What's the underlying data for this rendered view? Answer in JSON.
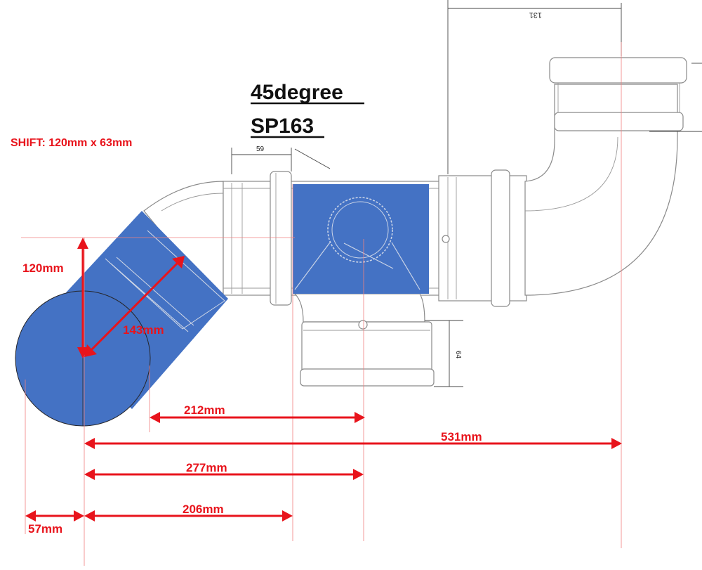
{
  "title": {
    "line1": "45degree",
    "line2": "SP163"
  },
  "shift_label": "SHIFT: 120mm x 63mm",
  "drawing_labels": {
    "top_dim": "131",
    "small_dim": "59",
    "branch_dim": "64"
  },
  "measurements": {
    "m120": "120mm",
    "m143": "143mm",
    "m212": "212mm",
    "m531": "531mm",
    "m277": "277mm",
    "m206": "206mm",
    "m57": "57mm"
  },
  "colors": {
    "overlay_blue": "#4472c4",
    "dimension_red": "#e8141c",
    "outline_gray": "#8a8a8a"
  }
}
